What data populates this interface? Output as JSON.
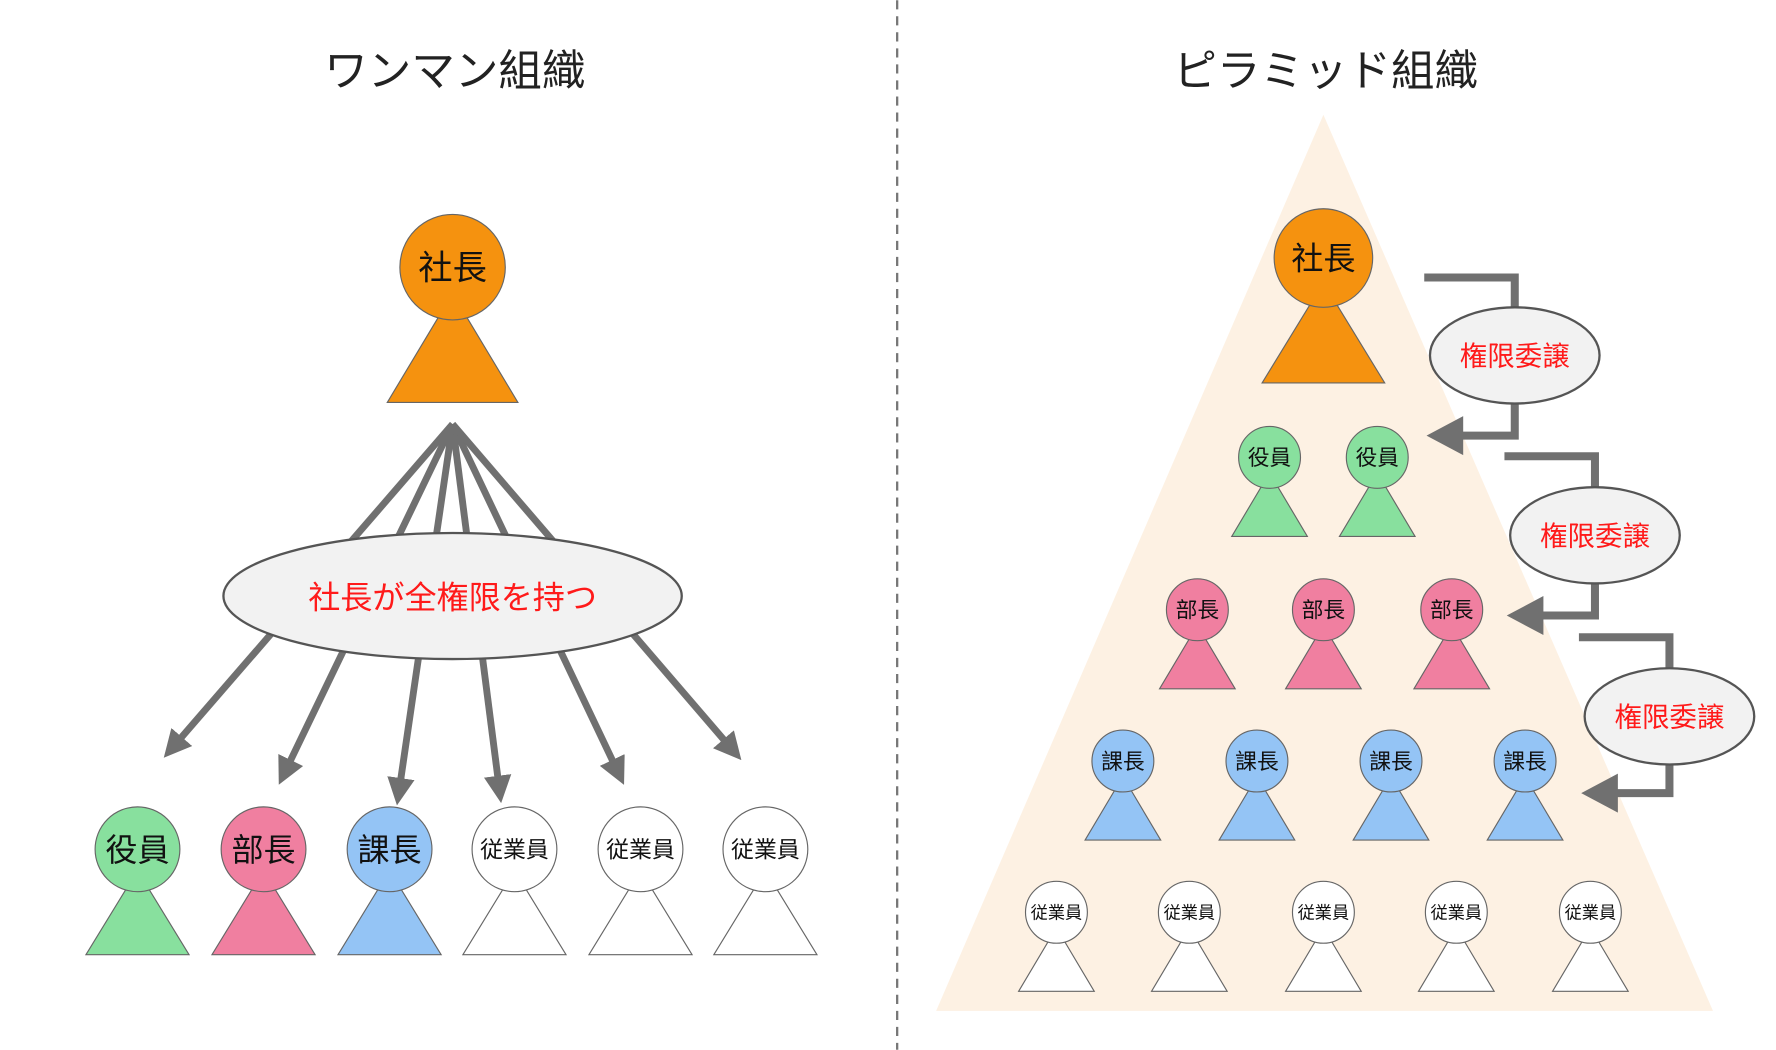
{
  "left": {
    "title": "ワンマン組織",
    "top": {
      "label": "社長",
      "color": "#f5920f"
    },
    "callout": "社長が全権限を持つ",
    "members": [
      {
        "label": "役員",
        "color": "#88e09e"
      },
      {
        "label": "部長",
        "color": "#f07fa0"
      },
      {
        "label": "課長",
        "color": "#94c4f5"
      },
      {
        "label": "従業員",
        "color": "#ffffff"
      },
      {
        "label": "従業員",
        "color": "#ffffff"
      },
      {
        "label": "従業員",
        "color": "#ffffff"
      }
    ]
  },
  "right": {
    "title": "ピラミッド組織",
    "rows": [
      {
        "label": "社長",
        "color": "#f5920f",
        "count": 1
      },
      {
        "label": "役員",
        "color": "#88e09e",
        "count": 2
      },
      {
        "label": "部長",
        "color": "#f07fa0",
        "count": 3
      },
      {
        "label": "課長",
        "color": "#94c4f5",
        "count": 4
      },
      {
        "label": "従業員",
        "color": "#ffffff",
        "count": 5
      }
    ],
    "delegations": [
      "権限委譲",
      "権限委譲",
      "権限委譲"
    ]
  },
  "colors": {
    "arrow": "#707070",
    "callout_text": "#ff1a1a",
    "callout_fill": "#f2f2f2",
    "pyramid": "#fdf1e3"
  }
}
